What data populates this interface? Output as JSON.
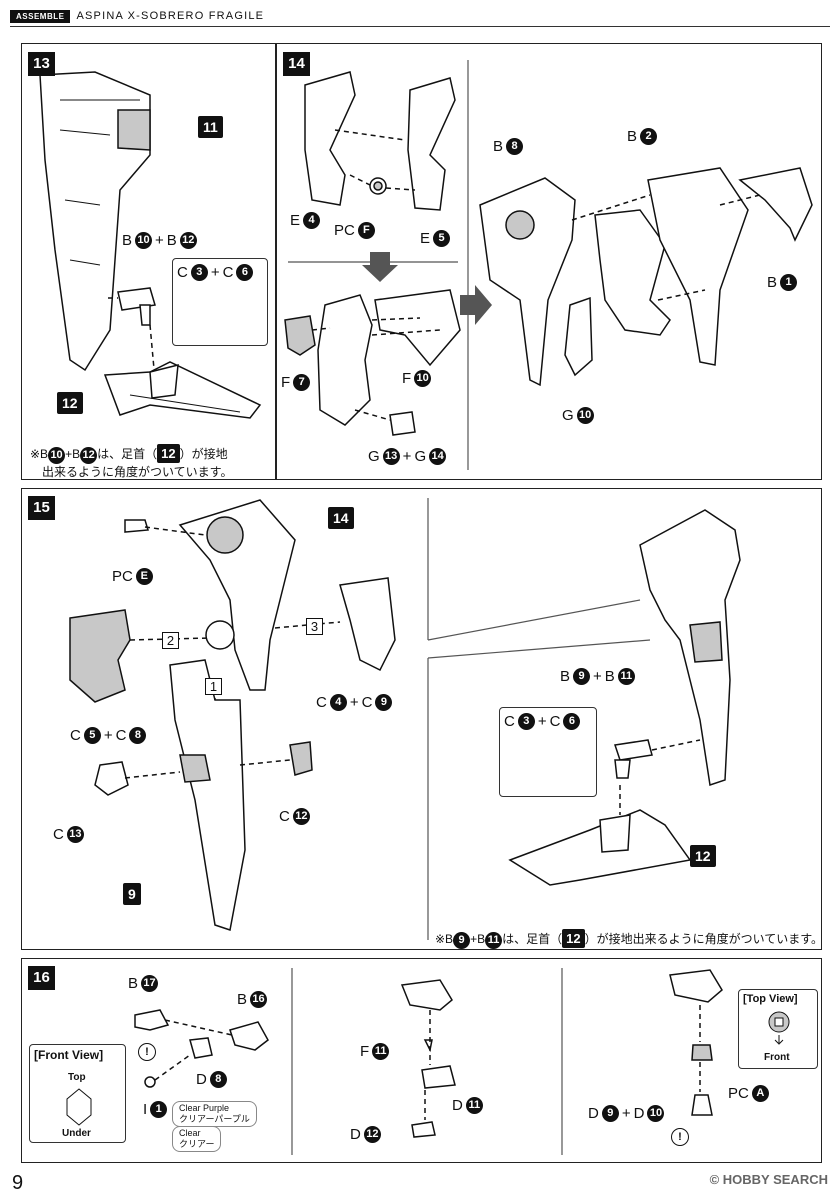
{
  "header": {
    "tag": "ASSEMBLE",
    "title": "ASPINA  X-SOBRERO FRAGILE"
  },
  "steps": {
    "s13": {
      "num": "13",
      "part_callout": "11",
      "label_b_sum": {
        "a_letter": "B",
        "a_num": "10",
        "op": "+",
        "b_letter": "B",
        "b_num": "12"
      },
      "label_c_sum": {
        "a_letter": "C",
        "a_num": "3",
        "op": "+",
        "b_letter": "C",
        "b_num": "6"
      },
      "foot_callout": "12",
      "note": {
        "prefix": "※B",
        "n1": "10",
        "mid": "+B",
        "n2": "12",
        "pre_box": "は、足首（",
        "box": "12",
        "post_box": "）が接地",
        "line2": "出来るように角度がついています。"
      }
    },
    "s14": {
      "num": "14",
      "e4": {
        "letter": "E",
        "num": "4"
      },
      "pcf": {
        "letter": "PC",
        "num": "F"
      },
      "e5": {
        "letter": "E",
        "num": "5"
      },
      "f7": {
        "letter": "F",
        "num": "7"
      },
      "f10": {
        "letter": "F",
        "num": "10"
      },
      "g_sum": {
        "a_letter": "G",
        "a_num": "13",
        "op": "+",
        "b_letter": "G",
        "b_num": "14"
      },
      "b8": {
        "letter": "B",
        "num": "8"
      },
      "b2": {
        "letter": "B",
        "num": "2"
      },
      "b1": {
        "letter": "B",
        "num": "1"
      },
      "g10": {
        "letter": "G",
        "num": "10"
      }
    },
    "s15": {
      "num": "15",
      "callout_14": "14",
      "callout_9": "9",
      "pce": {
        "letter": "PC",
        "num": "E"
      },
      "c4c9": {
        "a_letter": "C",
        "a_num": "4",
        "op": "+",
        "b_letter": "C",
        "b_num": "9"
      },
      "c5c8": {
        "a_letter": "C",
        "a_num": "5",
        "op": "+",
        "b_letter": "C",
        "b_num": "8"
      },
      "c13": {
        "letter": "C",
        "num": "13"
      },
      "c12": {
        "letter": "C",
        "num": "12"
      },
      "order": [
        "1",
        "2",
        "3"
      ],
      "b9b11": {
        "a_letter": "B",
        "a_num": "9",
        "op": "+",
        "b_letter": "B",
        "b_num": "11"
      },
      "c3c6": {
        "a_letter": "C",
        "a_num": "3",
        "op": "+",
        "b_letter": "C",
        "b_num": "6"
      },
      "foot_callout": "12",
      "note": {
        "prefix": "※B",
        "n1": "9",
        "mid": "+B",
        "n2": "11",
        "pre_box": "は、足首（",
        "box": "12",
        "post_box": "）が接地出来るように角度がついています。"
      }
    },
    "s16": {
      "num": "16",
      "b17": {
        "letter": "B",
        "num": "17"
      },
      "b16": {
        "letter": "B",
        "num": "16"
      },
      "d8": {
        "letter": "D",
        "num": "8"
      },
      "i1": {
        "letter": "I",
        "num": "1"
      },
      "front_view": {
        "title": "[Front View]",
        "top": "Top",
        "under": "Under"
      },
      "clear_purple": {
        "en": "Clear Purple",
        "jp": "クリアーパープル"
      },
      "clear": {
        "en": "Clear",
        "jp": "クリアー"
      },
      "f11": {
        "letter": "F",
        "num": "11"
      },
      "d11": {
        "letter": "D",
        "num": "11"
      },
      "d12": {
        "letter": "D",
        "num": "12"
      },
      "top_view": {
        "title": "[Top View]",
        "front": "Front"
      },
      "pca": {
        "letter": "PC",
        "num": "A"
      },
      "d9d10": {
        "a_letter": "D",
        "a_num": "9",
        "op": "+",
        "b_letter": "D",
        "b_num": "10"
      },
      "caution": "!"
    }
  },
  "footer": {
    "page": "9",
    "watermark": "© HOBBY SEARCH"
  }
}
